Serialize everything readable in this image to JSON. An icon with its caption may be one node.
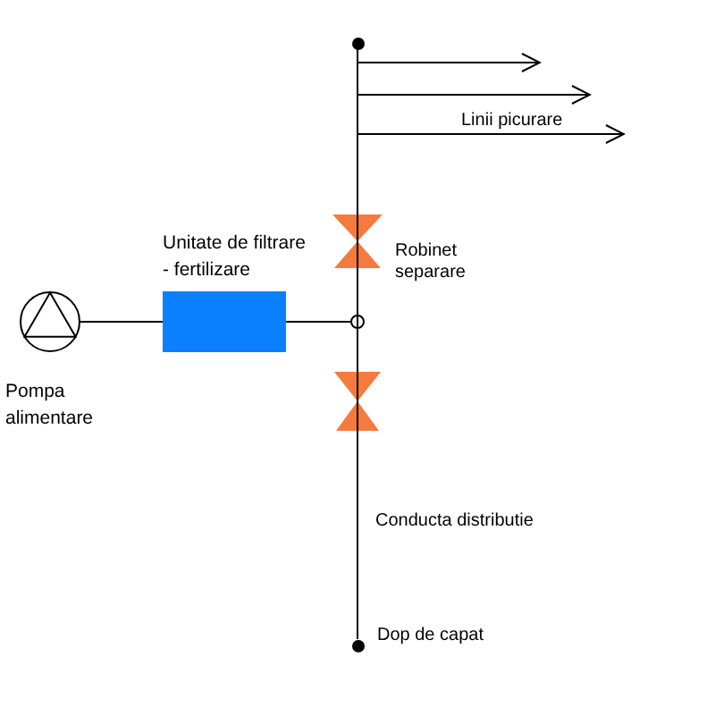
{
  "diagram": {
    "nodes": [
      {
        "text": [],
        "shape": "circle"
      },
      {
        "text": [],
        "shape": "valve",
        "beside": [
          "Robinet separare"
        ]
      },
      {
        "text": [
          "Unitate de filtrare - fertilizare"
        ]
      },
      {
        "text": [],
        "shape": "circle",
        "beside": [
          "Pompa alimentare"
        ]
      },
      {
        "text": [],
        "shape": "circle"
      },
      {
        "text": [],
        "shape": "valve"
      },
      {
        "text": [],
        "shape": "circle",
        "beside": [
          "Dop de capat"
        ]
      }
    ],
    "edges": [
      {
        "from": 3,
        "to": 2,
        "arrow": "none"
      },
      {
        "from": 2,
        "to": 4,
        "arrow": "none"
      },
      {
        "from": 4,
        "to": 1,
        "arrow": "none"
      },
      {
        "from": 1,
        "to": 0,
        "arrow": "none"
      },
      {
        "from": 1,
        "to": null,
        "arrow": "to"
      },
      {
        "from": 1,
        "to": null,
        "arrow": "to"
      },
      {
        "from": 1,
        "to": null,
        "arrow": "to",
        "label": "Linii picurare"
      },
      {
        "from": 4,
        "to": 5,
        "arrow": "none"
      },
      {
        "from": 5,
        "to": 6,
        "arrow": "none",
        "label": "Conducta distributie"
      }
    ]
  }
}
